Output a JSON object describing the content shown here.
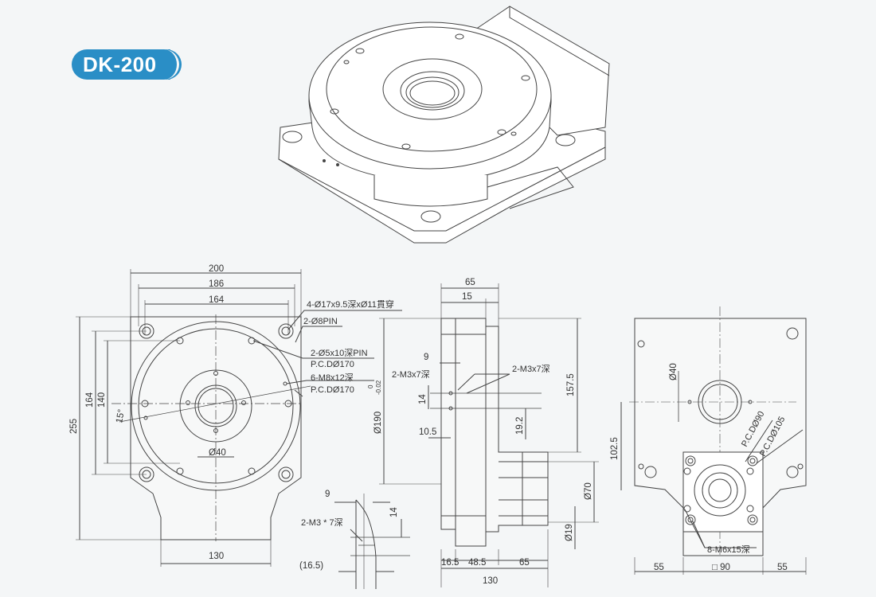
{
  "model": "DK-200",
  "front_view": {
    "overall_width": "200",
    "width_186": "186",
    "width_164": "164",
    "height_255": "255",
    "height_164": "164",
    "height_140": "140",
    "bottom_width": "130",
    "bore": "Ø40",
    "angle": "15°",
    "callouts": [
      "4-Ø17x9.5深xØ11貫穿",
      "2-Ø8PIN",
      "2-Ø5x10深PIN",
      "P.C.DØ170",
      "6-M8x12深",
      "P.C.DØ170"
    ]
  },
  "detail_view": {
    "dim_9": "9",
    "dim_14": "14",
    "thread": "2-M3 * 7深",
    "dim_16_5": "(16.5)"
  },
  "side_view": {
    "dim_65_top": "65",
    "dim_15": "15",
    "dim_9": "9",
    "thread_left": "2-M3x7深",
    "thread_right": "2-M3x7深",
    "dim_14": "14",
    "dim_10_5": "10.5",
    "diameter_190": "Ø190",
    "tolerance_upper": "0",
    "tolerance_lower": "-0.02",
    "dim_157_5": "157.5",
    "dim_19_2": "19.2",
    "dia_70": "Ø70",
    "dia_19": "Ø19",
    "dim_16_5": "16.5",
    "dim_48_5": "48.5",
    "dim_65_bottom": "65",
    "dim_130": "130"
  },
  "rear_view": {
    "bore": "Ø40",
    "pcd_90": "P.C.DØ90",
    "pcd_105": "P.C.DØ105",
    "dim_102_5": "102.5",
    "thread": "8-M6x15深",
    "dim_55_left": "55",
    "square_90": "□ 90",
    "dim_55_right": "55"
  }
}
